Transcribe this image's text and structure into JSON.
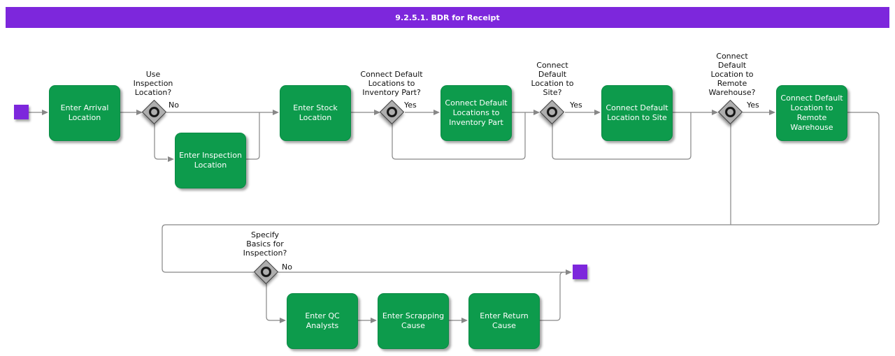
{
  "title": "9.2.5.1. BDR for Receipt",
  "colors": {
    "title_bar_purple": "#7D27DC",
    "event_purple": "#7D27DC",
    "activity_green": "#0D9B4C",
    "connector_gray": "#878787",
    "gateway_gray": "#AEAEAE"
  },
  "activities": {
    "arrival": "Enter Arrival\nLocation",
    "inspection": "Enter Inspection\nLocation",
    "stock": "Enter Stock\nLocation",
    "inventory_part": "Connect Default\nLocations to\nInventory Part",
    "site": "Connect Default\nLocation to Site",
    "remote_warehouse": "Connect Default\nLocation to\nRemote\nWarehouse",
    "qc_analysts": "Enter QC\nAnalysts",
    "scrapping_cause": "Enter Scrapping\nCause",
    "return_cause": "Enter Return\nCause"
  },
  "decisions": {
    "use_inspection": {
      "question": "Use\nInspection\nLocation?",
      "branch": "No"
    },
    "inventory_part": {
      "question": "Connect Default\nLocations to\nInventory Part?",
      "branch": "Yes"
    },
    "site": {
      "question": "Connect\nDefault\nLocation to\nSite?",
      "branch": "Yes"
    },
    "remote_warehouse": {
      "question": "Connect\nDefault\nLocation to\nRemote\nWarehouse?",
      "branch": "Yes"
    },
    "specify_basics": {
      "question": "Specify\nBasics for\nInspection?",
      "branch": "No"
    }
  }
}
